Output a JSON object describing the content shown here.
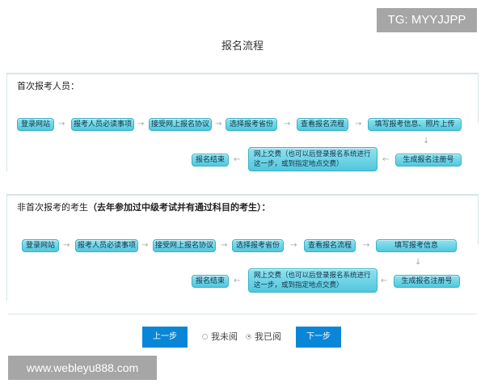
{
  "watermarks": {
    "tg": "TG: MYYJJPP",
    "site": "www.webleyu888.com"
  },
  "page": {
    "title": "报名流程"
  },
  "flow_first": {
    "heading": "首次报考人员：",
    "steps": [
      "登录网站",
      "报考人员必读事项",
      "接受网上报名协议",
      "选择报考省份",
      "查看报名流程",
      "填写报考信息、照片上传",
      "生成报名注册号",
      "网上交费（也可以后登录报名系统进行这一步，或到指定地点交费）",
      "报名结束"
    ],
    "arrows": {
      "right": "→",
      "down": "↓",
      "left": "←"
    }
  },
  "flow_repeat": {
    "heading_normal": "非首次报考的考生",
    "heading_bold": "（去年参加过中级考试并有通过科目的考生）：",
    "steps": [
      "登录网站",
      "报考人员必读事项",
      "接受网上报名协议",
      "选择报考省份",
      "查看报名流程",
      "填写报考信息",
      "生成报名注册号",
      "网上交费（也可以后登录报名系统进行这一步，或到指定地点交费）",
      "报名结束"
    ]
  },
  "footer": {
    "prev_label": "上一步",
    "next_label": "下一步",
    "radio_unread": "我未阅",
    "radio_read": "我已阅",
    "selected": "我已阅"
  },
  "colors": {
    "button": "#0a86d8",
    "step_fill": "#5ccbe0",
    "panel_border": "#d8e4ea"
  }
}
